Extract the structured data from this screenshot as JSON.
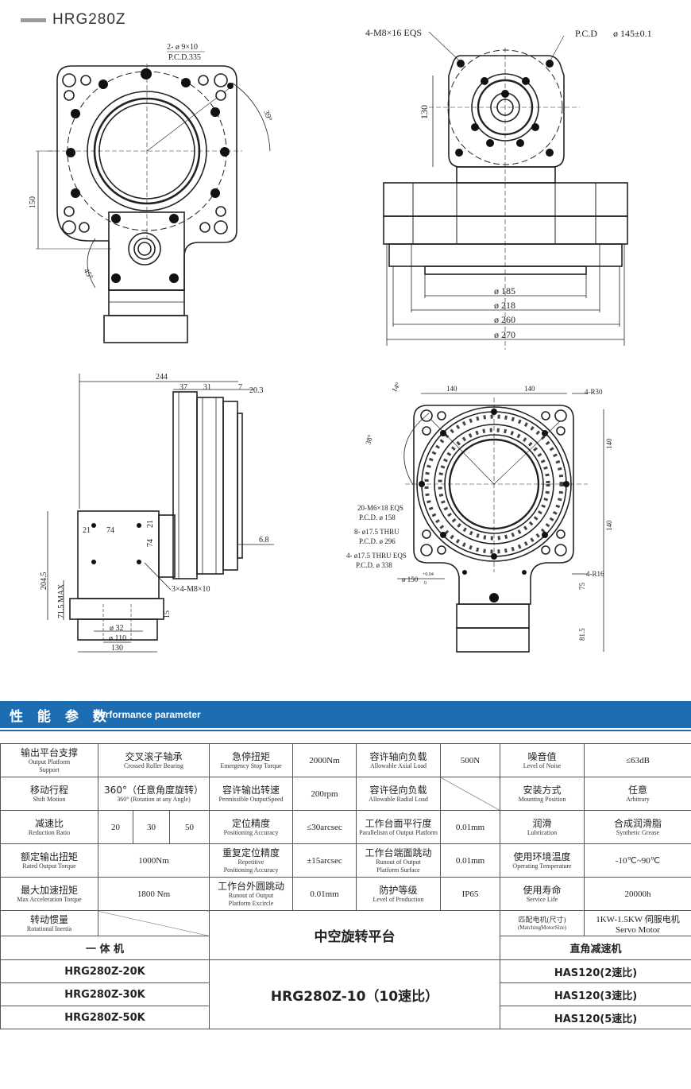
{
  "model": "HRG280Z",
  "drawing": {
    "tl": {
      "holes": "2- ø 9×10",
      "pcd": "P.C.D.335",
      "ang39": "39°",
      "ang45": "45°",
      "dim150": "150"
    },
    "tr": {
      "m8": "4-M8×16 EQS",
      "pcd": "P.C.D",
      "pcd_val": "ø 145±0.1",
      "dim130": "130",
      "d185": "ø 185",
      "d218": "ø 218",
      "d260": "ø 260",
      "d270": "ø 270"
    },
    "bl": {
      "d244": "244",
      "d37": "37",
      "d31": "31",
      "d7": "7",
      "d20_3": "20.3",
      "d6_8": "6.8",
      "d21a": "21",
      "d74a": "74",
      "d21b": "21",
      "d74b": "74",
      "d204_5": "204.5",
      "d71_5": "71.5 MAX",
      "m8": "3×4-M8×10",
      "d32": "ø 32",
      "d110": "ø 110",
      "d130": "130",
      "d15": "15"
    },
    "br": {
      "d140a": "140",
      "d140b": "140",
      "r30": "4-R30",
      "d140c": "140",
      "d140d": "140",
      "a14": "14°",
      "a38": "38°",
      "m6": "20-M6×18 EQS",
      "pcd158": "P.C.D.  ø 158",
      "thru8": "8- ø17.5 THRU",
      "pcd296": "P.C.D.  ø 296",
      "thru4": "4- ø17.5 THRU EQS",
      "pcd338": "P.C.D.  ø 338",
      "d150": "ø 150",
      "tol": "+0.04",
      "tol0": "0",
      "r16": "4-R16",
      "d75": "75",
      "d81_5": "81.5"
    }
  },
  "section": {
    "title_cn": "性 能 参 数",
    "title_en": "Performance parameter"
  },
  "spec": {
    "r1": {
      "a_cn": "输出平台支撑",
      "a_en1": "Output Platform",
      "a_en2": "Support",
      "a_val_cn": "交叉滚子轴承",
      "a_val_en": "Crossed Roller Bearing",
      "b_cn": "急停扭矩",
      "b_en": "Emergency Stop  Torque",
      "b_val": "2000Nm",
      "c_cn": "容许轴向负载",
      "c_en": "Allowable Axial Load",
      "c_val": "500N",
      "d_cn": "噪音值",
      "d_en": "Level of Noise",
      "d_val": "≤63dB"
    },
    "r2": {
      "a_cn": "移动行程",
      "a_en": "Shift Motion",
      "a_val1": "360°（任意角度旋转）",
      "a_val2": "360°   (Rotation at any Angle)",
      "b_cn": "容许输出转速",
      "b_en": "Permissible OutputSpeed",
      "b_val": "200rpm",
      "c_cn": "容许径向负载",
      "c_en": "Allowable Radial Load",
      "d_cn": "安装方式",
      "d_en": "Mounting Position",
      "d_val_cn": "任意",
      "d_val_en": "Arbitrary"
    },
    "r3": {
      "a_cn": "减速比",
      "a_en": "Reduction Ratio",
      "v1": "20",
      "v2": "30",
      "v3": "50",
      "b_cn": "定位精度",
      "b_en": "Positioning Accuracy",
      "b_val": "≤30arcsec",
      "c_cn": "工作台面平行度",
      "c_en": "Parallelism of Output Platform",
      "c_val": "0.01mm",
      "d_cn": "润滑",
      "d_en": "Lubrication",
      "d_val_cn": "合成润滑脂",
      "d_val_en": "Synthetic Grease"
    },
    "r4": {
      "a_cn": "额定输出扭矩",
      "a_en": "Rated Output Torque",
      "a_val": "1000Nm",
      "b_cn": "重复定位精度",
      "b_en1": "Repetitive",
      "b_en2": "Positioning Accuracy",
      "b_val": "±15arcsec",
      "c_cn": "工作台端面跳动",
      "c_en1": "Runout of Output",
      "c_en2": "Platform Surface",
      "c_val": "0.01mm",
      "d_cn": "使用环境温度",
      "d_en": "Operating  Temperature",
      "d_val": "-10℃~90℃"
    },
    "r5": {
      "a_cn": "最大加速扭矩",
      "a_en": "Max Acceleration Torque",
      "a_val": "1800 Nm",
      "b_cn": "工作台外圆跳动",
      "b_en1": "Runout of Output",
      "b_en2": "Platform Excircle",
      "b_val": "0.01mm",
      "c_cn": "防护等级",
      "c_en": "Level of Production",
      "c_val": "IP65",
      "d_cn": "使用寿命",
      "d_en": "Service Life",
      "d_val": "20000h"
    },
    "r6": {
      "a_cn": "转动惯量",
      "a_en": "Rotational Inertia",
      "mid": "中空旋转平台",
      "m_cn": "匹配电机(尺寸)",
      "m_en": "(MatchingMotorSize)",
      "m_val": "1KW-1.5KW 伺服电机 Servo Motor"
    },
    "r7": {
      "left": "一 体 机",
      "right": "直角减速机"
    },
    "models": {
      "l1": "HRG280Z-20K",
      "l2": "HRG280Z-30K",
      "l3": "HRG280Z-50K",
      "mid": "HRG280Z-10（10速比）",
      "r1": "HAS120(2速比)",
      "r2": "HAS120(3速比)",
      "r3": "HAS120(5速比)"
    }
  }
}
